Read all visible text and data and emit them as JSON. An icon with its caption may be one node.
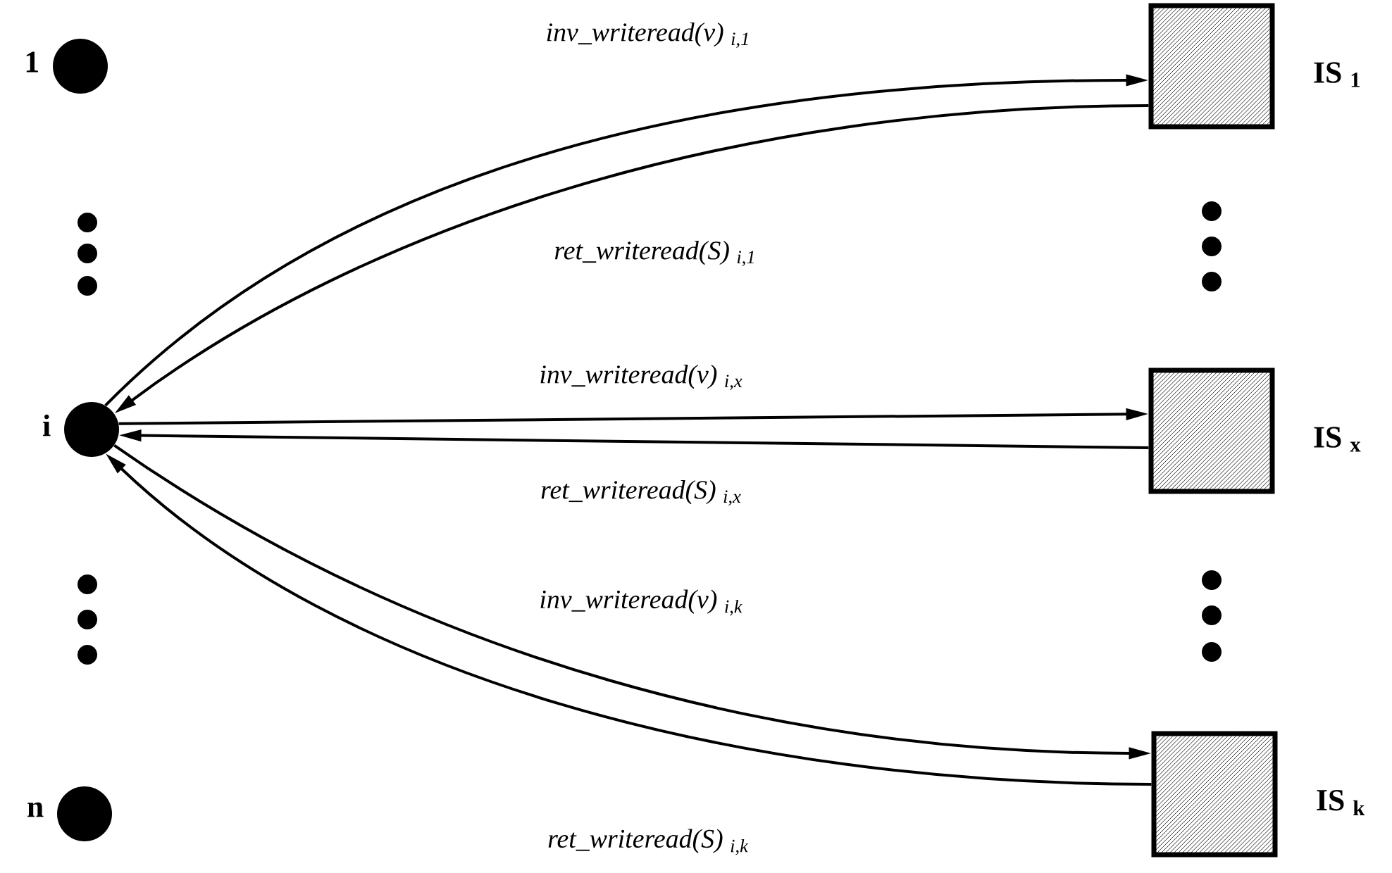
{
  "diagram": {
    "nodes": [
      {
        "text": [],
        "shape": "circle",
        "beside": [
          "1"
        ]
      },
      {
        "text": [],
        "shape": "box",
        "beside": [
          "IS $_{1}$"
        ]
      },
      {
        "text": [],
        "shape": "circle",
        "beside": [
          "i"
        ]
      },
      {
        "text": [],
        "shape": "box",
        "beside": [
          "IS $_{x}$"
        ]
      },
      {
        "text": [],
        "shape": "circle",
        "beside": [
          "n"
        ]
      },
      {
        "text": [],
        "shape": "box",
        "beside": [
          "IS $_{k}$"
        ]
      }
    ],
    "edges": [
      {
        "from": 2,
        "to": 1,
        "arrow": "to",
        "label": "inv_writeread(v) $_{i,1}$"
      },
      {
        "from": 1,
        "to": 2,
        "arrow": "to",
        "label": "ret_writeread(S) $_{i,1}$"
      },
      {
        "from": 2,
        "to": 3,
        "arrow": "to",
        "label": "inv_writeread(v) $_{i,x}$"
      },
      {
        "from": 3,
        "to": 2,
        "arrow": "to",
        "label": "ret_writeread(S) $_{i,x}$"
      },
      {
        "from": 2,
        "to": 5,
        "arrow": "to",
        "label": "inv_writeread(v) $_{i,k}$"
      },
      {
        "from": 5,
        "to": 2,
        "arrow": "to",
        "label": "ret_writeread(S) $_{i,k}$"
      }
    ]
  }
}
